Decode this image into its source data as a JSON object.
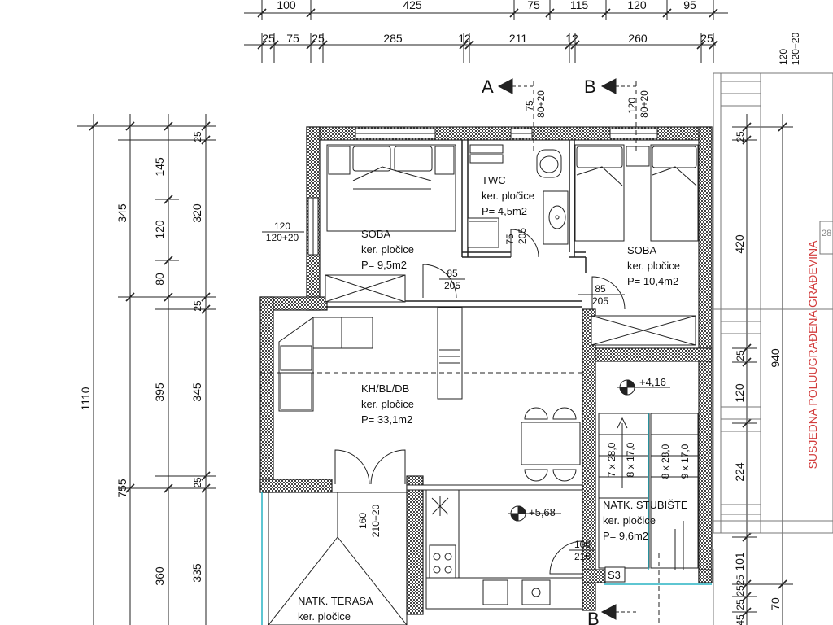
{
  "dims_top_row1": [
    "100",
    "425",
    "75",
    "115",
    "120",
    "95"
  ],
  "dims_top_row2": [
    "25",
    "75",
    "25",
    "285",
    "12",
    "211",
    "12",
    "260",
    "25"
  ],
  "dims_left_outer": [
    "1110"
  ],
  "dims_left_mid": [
    "345",
    "395",
    "755",
    "360"
  ],
  "dims_left_inner": [
    "145",
    "120",
    "80",
    "25",
    "345",
    "25",
    "335"
  ],
  "dims_left_col4": [
    "25",
    "320",
    "25"
  ],
  "dims_right": [
    "25",
    "420",
    "940",
    "25",
    "120",
    "224",
    "101",
    "25",
    "25",
    "25",
    "45",
    "70"
  ],
  "dims_right_top": [
    "120",
    "120+20"
  ],
  "section_a": "A",
  "section_b": "B",
  "openings": {
    "a_w": "75",
    "a_h": "80+20",
    "b_w": "120",
    "b_h": "80+20",
    "win_left_w": "120",
    "win_left_h": "120+20",
    "door_soba1_w": "85",
    "door_soba1_h": "205",
    "door_soba2_w": "85",
    "door_soba2_h": "205",
    "door_twc_w": "75",
    "door_twc_h": "205",
    "door_terrace_w": "160",
    "door_terrace_h": "210+20",
    "door_stair_w": "100",
    "door_stair_h": "210"
  },
  "rooms": {
    "soba1": {
      "name": "SOBA",
      "floor": "ker. pločice",
      "area": "P= 9,5m2"
    },
    "twc": {
      "name": "TWC",
      "floor": "ker. pločice",
      "area": "P= 4,5m2"
    },
    "soba2": {
      "name": "SOBA",
      "floor": "ker. pločice",
      "area": "P= 10,4m2"
    },
    "kitchen": {
      "name": "KH/BL/DB",
      "floor": "ker. pločice",
      "area": "P= 33,1m2"
    },
    "stair": {
      "name": "NATK. STUBIŠTE",
      "floor": "ker. pločice",
      "area": "P= 9,6m2"
    },
    "terrace": {
      "name": "NATK. TERASA",
      "floor": "ker. pločice"
    }
  },
  "levels": {
    "stair_level": "+4,16",
    "kitchen_level": "+5,68"
  },
  "stairs": {
    "left": [
      "7 x 28,0",
      "8 x 17,0"
    ],
    "right": [
      "8 x 28,0",
      "9 x 17,0"
    ]
  },
  "tag_s3": "S3",
  "neighbor_label": "SUSJEDNA POLUUGRAĐENA GRAĐEVINA",
  "edge_cut": "28"
}
